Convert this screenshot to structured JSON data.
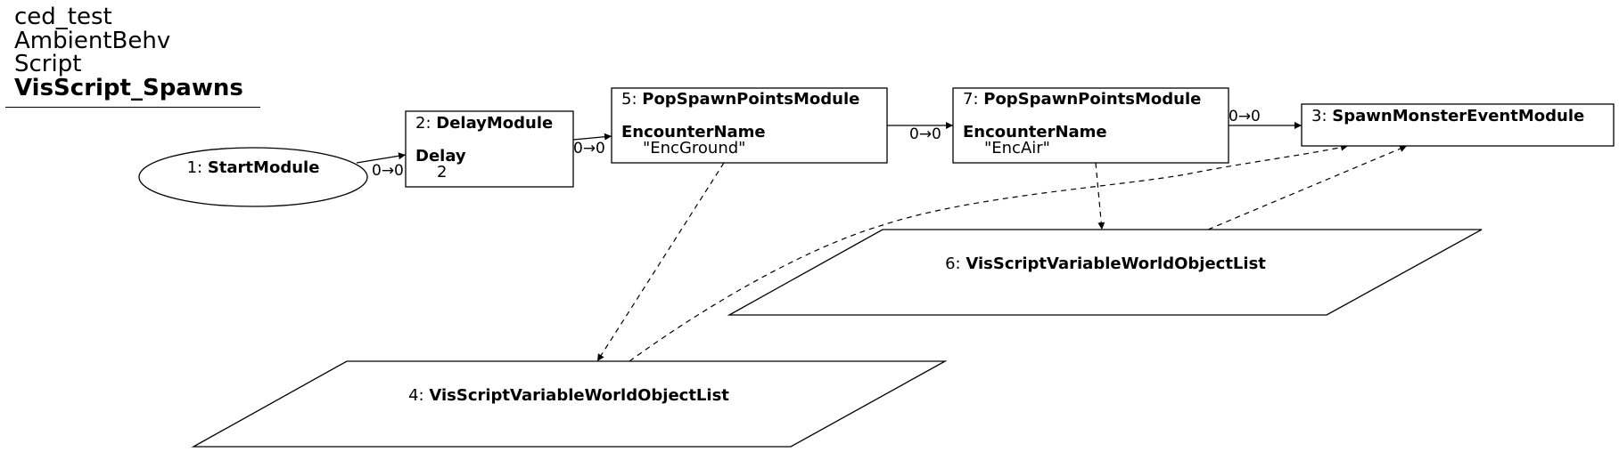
{
  "header": {
    "lines": [
      "ced_test",
      "AmbientBehv",
      "Script"
    ],
    "script_name": "VisScript_Spawns"
  },
  "nodes": {
    "start": {
      "id": "1: ",
      "type": "StartModule"
    },
    "delay": {
      "id": "2: ",
      "type": "DelayModule",
      "field": "Delay",
      "value": "2"
    },
    "spawnmon": {
      "id": "3: ",
      "type": "SpawnMonsterEventModule"
    },
    "varlist4": {
      "id": "4: ",
      "type": "VisScriptVariableWorldObjectList"
    },
    "pop5": {
      "id": "5: ",
      "type": "PopSpawnPointsModule",
      "field": "EncounterName",
      "value": "\"EncGround\""
    },
    "varlist6": {
      "id": "6: ",
      "type": "VisScriptVariableWorldObjectList"
    },
    "pop7": {
      "id": "7: ",
      "type": "PopSpawnPointsModule",
      "field": "EncounterName",
      "value": "\"EncAir\""
    }
  },
  "edges": {
    "e1_2": "0→0",
    "e2_5": "0→0",
    "e5_7": "0→0",
    "e7_3": "0→0"
  }
}
